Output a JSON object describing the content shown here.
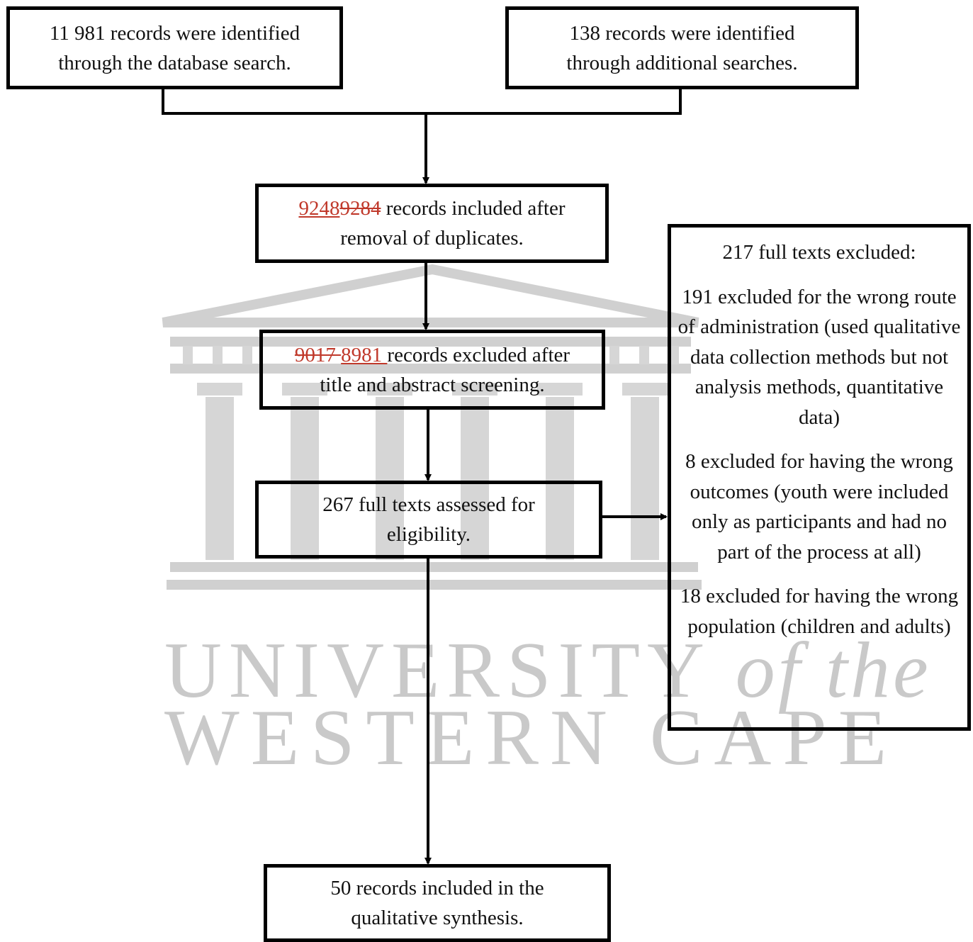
{
  "watermark": {
    "line1_main": "UNIVERSITY",
    "line1_italic": "of the",
    "line2": "WESTERN CAPE"
  },
  "boxes": {
    "database": {
      "line1": "11 981 records were identified",
      "line2": "through the database search."
    },
    "additional": {
      "line1": "138 records were identified",
      "line2": "through additional searches."
    },
    "duplicates": {
      "inserted_number": "9248",
      "deleted_number": "9284",
      "line1_rest": " records included after",
      "line2": "removal of duplicates."
    },
    "title_abstract": {
      "deleted_number": "9017 ",
      "inserted_number": "8981 ",
      "line1_rest": "records excluded after",
      "line2": "title and abstract screening."
    },
    "full_text": {
      "line1": "267 full texts assessed for",
      "line2": "eligibility."
    },
    "exclusions": {
      "heading": "217 full texts excluded:",
      "reason1": "191 excluded for the wrong route of administration (used qualitative data collection methods but not analysis methods, quantitative data)",
      "reason2": "8 excluded for having the wrong outcomes (youth were included only as participants and had no part of the process at all)",
      "reason3": "18 excluded for having the wrong population (children and adults)"
    },
    "final": {
      "line1": "50 records included in the",
      "line2": "qualitative synthesis."
    }
  },
  "colors": {
    "border": "#000000",
    "revision": "#c0392b",
    "watermark": "#c9c9c9"
  }
}
